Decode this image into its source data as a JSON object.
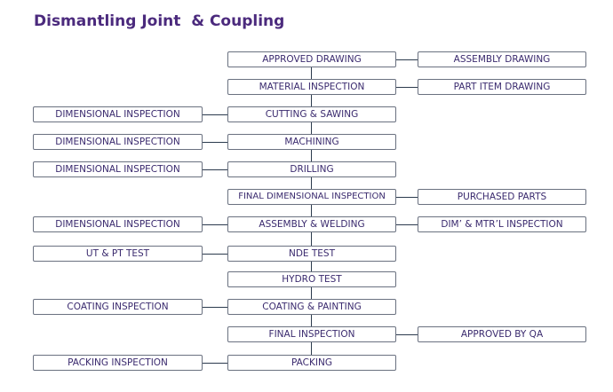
{
  "title": "Dismantling Joint  & Coupling",
  "flow": {
    "center": [
      "APPROVED DRAWING",
      "MATERIAL INSPECTION",
      "CUTTING & SAWING",
      "MACHINING",
      "DRILLING",
      "FINAL DIMENSIONAL INSPECTION",
      "ASSEMBLY & WELDING",
      "NDE TEST",
      "HYDRO TEST",
      "COATING & PAINTING",
      "FINAL INSPECTION",
      "PACKING"
    ],
    "left": {
      "cutting": "DIMENSIONAL INSPECTION",
      "machining": "DIMENSIONAL INSPECTION",
      "drilling": "DIMENSIONAL INSPECTION",
      "assembly": "DIMENSIONAL INSPECTION",
      "nde": "UT & PT TEST",
      "coating": "COATING INSPECTION",
      "packing": "PACKING INSPECTION"
    },
    "right": {
      "approved": "ASSEMBLY DRAWING",
      "material": "PART ITEM DRAWING",
      "final_dim": "PURCHASED PARTS",
      "assembly": "DIM’ & MTR’L INSPECTION",
      "final_insp": "APPROVED BY QA"
    }
  }
}
